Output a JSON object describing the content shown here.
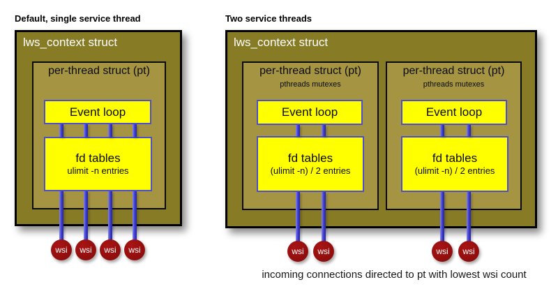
{
  "left": {
    "title": "Default, single service thread",
    "context_label": "lws_context struct",
    "pt": {
      "label": "per-thread struct (pt)",
      "event_loop": "Event loop",
      "fd_title": "fd tables",
      "fd_sub": "ulimit -n entries"
    },
    "wsi": [
      "wsi",
      "wsi",
      "wsi",
      "wsi"
    ]
  },
  "right": {
    "title": "Two service threads",
    "context_label": "lws_context struct",
    "pts": [
      {
        "label": "per-thread struct (pt)",
        "mutexes": "pthreads mutexes",
        "event_loop": "Event loop",
        "fd_title": "fd tables",
        "fd_sub": "(ulimit -n) / 2 entries",
        "wsi": [
          "wsi",
          "wsi"
        ]
      },
      {
        "label": "per-thread struct (pt)",
        "mutexes": "pthreads mutexes",
        "event_loop": "Event loop",
        "fd_title": "fd tables",
        "fd_sub": "(ulimit -n) / 2 entries",
        "wsi": [
          "wsi",
          "wsi"
        ]
      }
    ],
    "caption": "incoming connections directed to pt with lowest wsi count"
  },
  "colors": {
    "context_fill": "#877b26",
    "pt_fill": "#a59543",
    "box_yellow": "#ffff00",
    "box_blue_border": "#4d4dd0",
    "line_blue": "#3a3ac8",
    "line_blue_light": "#8585ee",
    "line_blue_dark": "#2525a8",
    "wsi_red": "#8e0d0d",
    "wsi_red_light": "#a81414",
    "text_white": "#ffffff"
  }
}
